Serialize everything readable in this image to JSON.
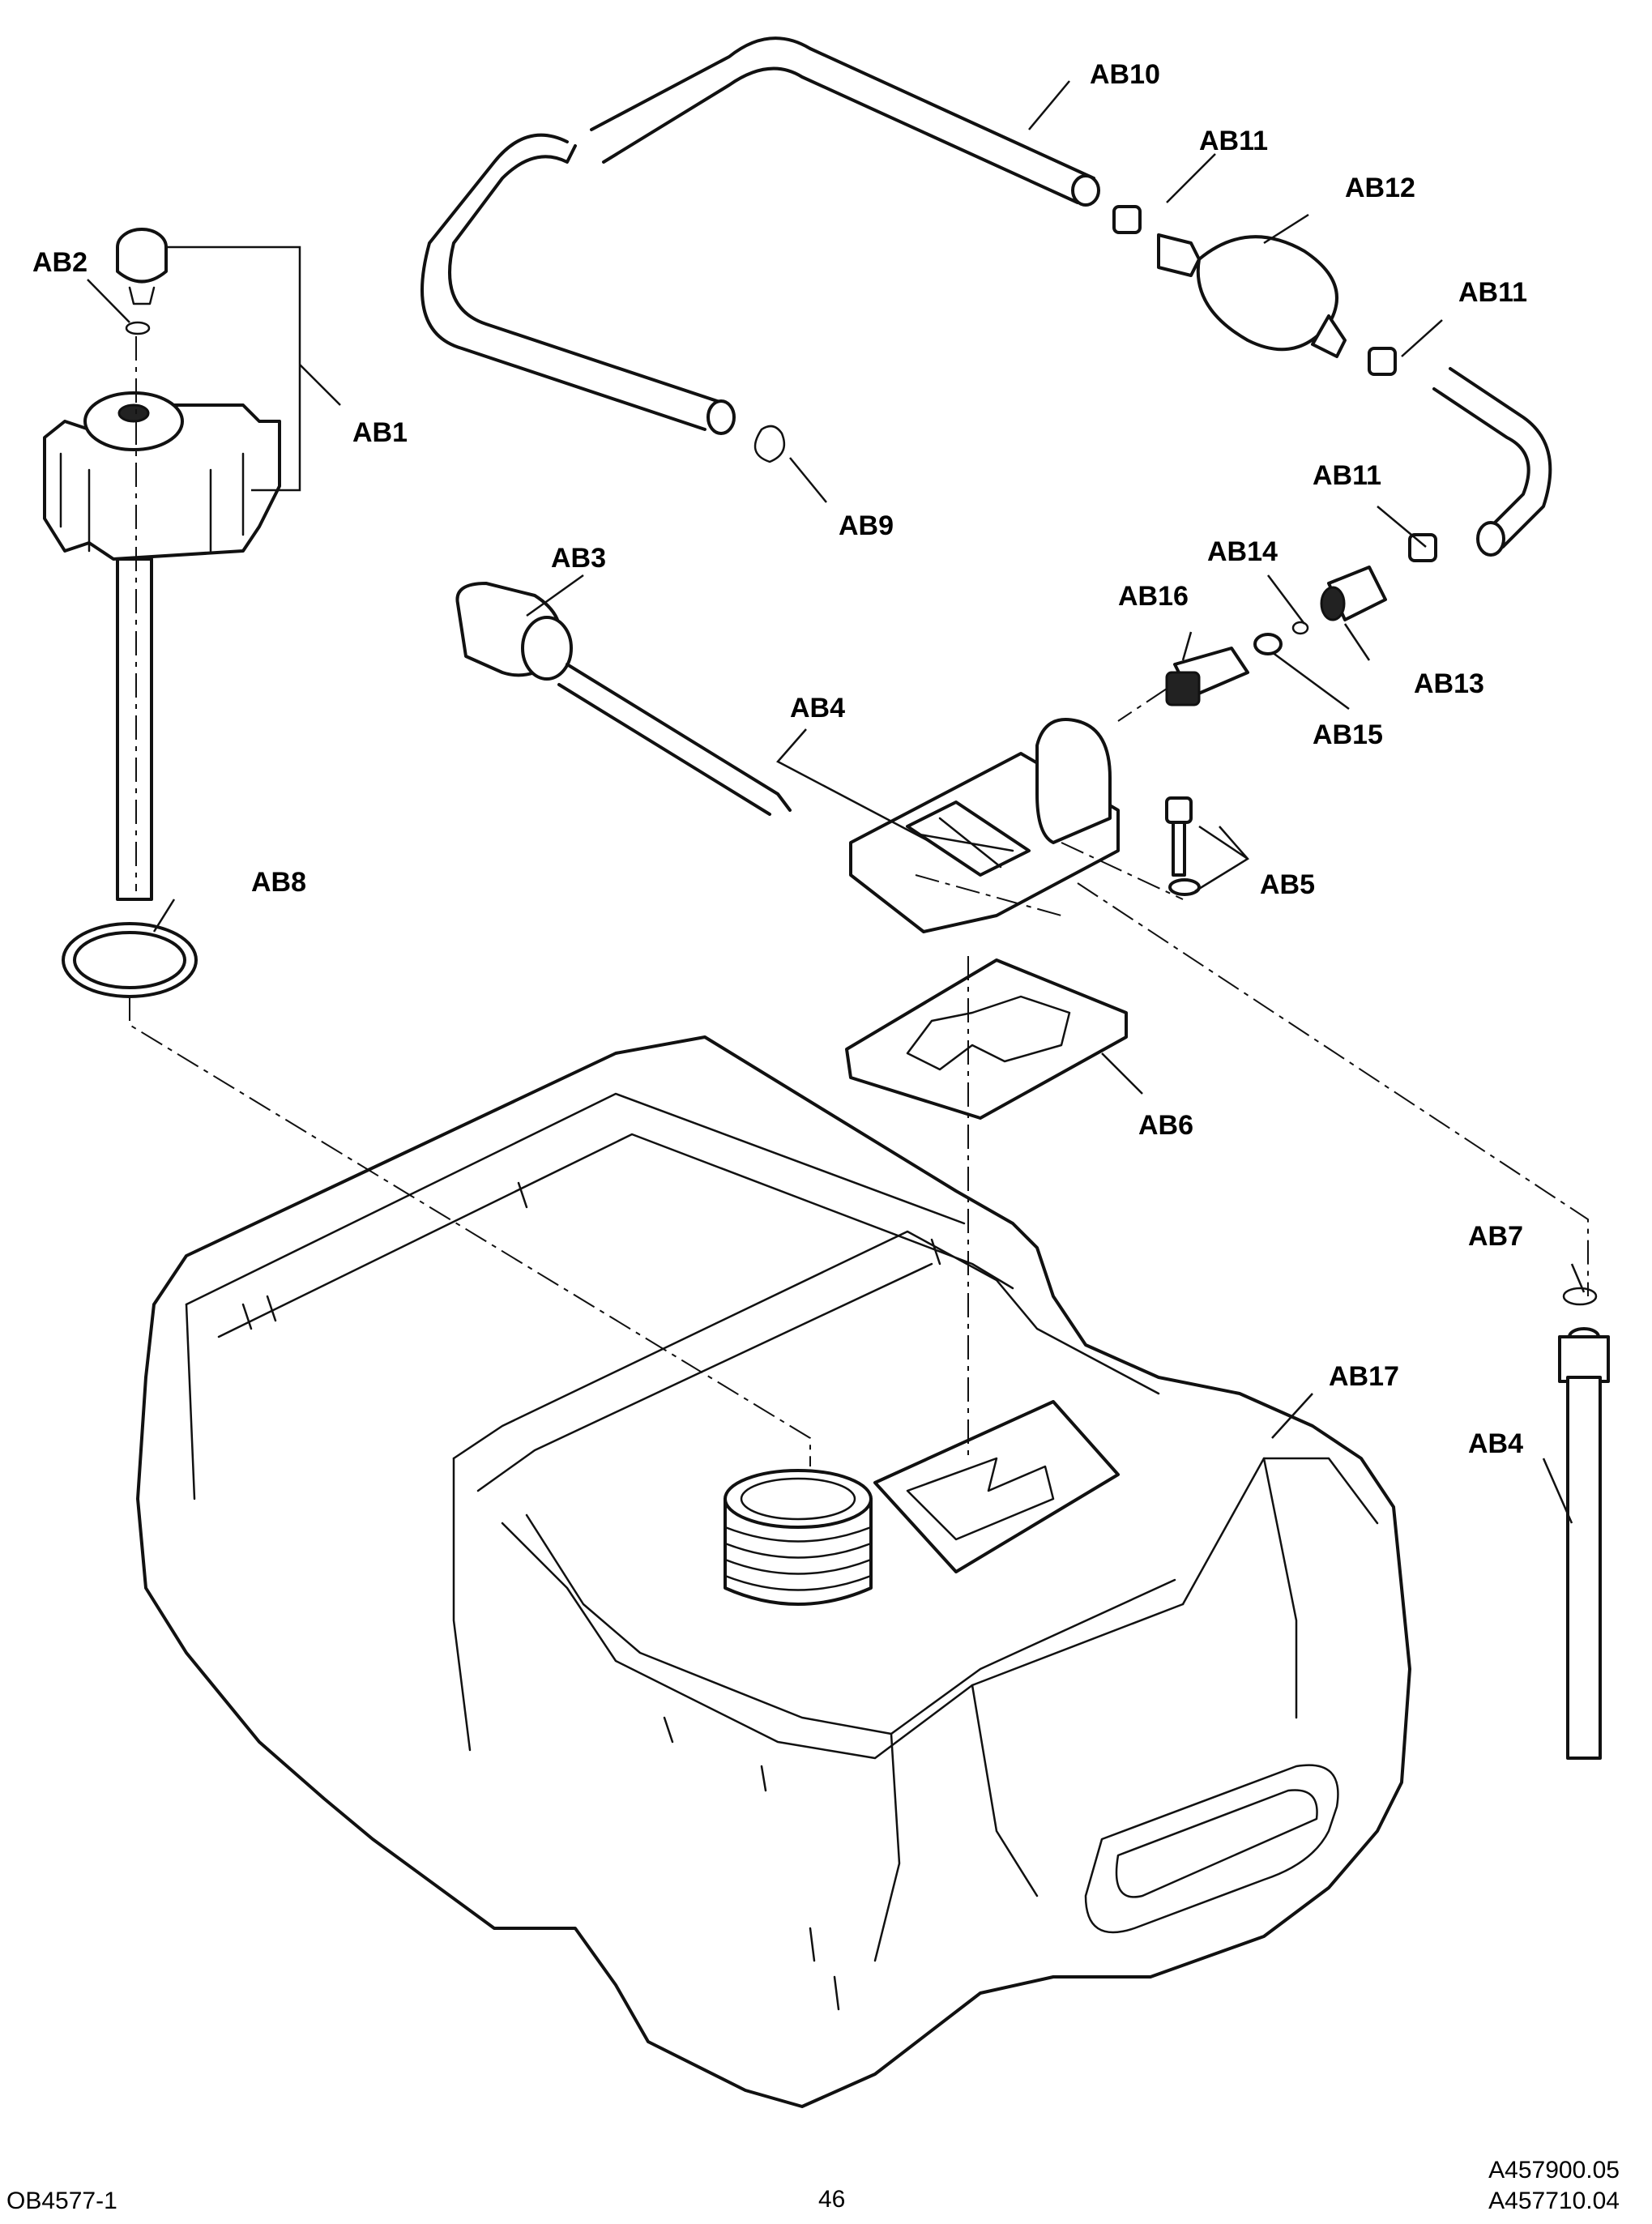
{
  "labels": {
    "ab1": "AB1",
    "ab2": "AB2",
    "ab3": "AB3",
    "ab4_top": "AB4",
    "ab4_tube": "AB4",
    "ab5": "AB5",
    "ab6": "AB6",
    "ab7": "AB7",
    "ab8": "AB8",
    "ab9": "AB9",
    "ab10": "AB10",
    "ab11_a": "AB11",
    "ab11_b": "AB11",
    "ab11_c": "AB11",
    "ab12": "AB12",
    "ab13": "AB13",
    "ab14": "AB14",
    "ab15": "AB15",
    "ab16": "AB16",
    "ab17": "AB17"
  },
  "footer": {
    "left_code": "OB4577-1",
    "page_number": "46",
    "right_code_1": "A457900.05",
    "right_code_2": "A457710.04"
  }
}
